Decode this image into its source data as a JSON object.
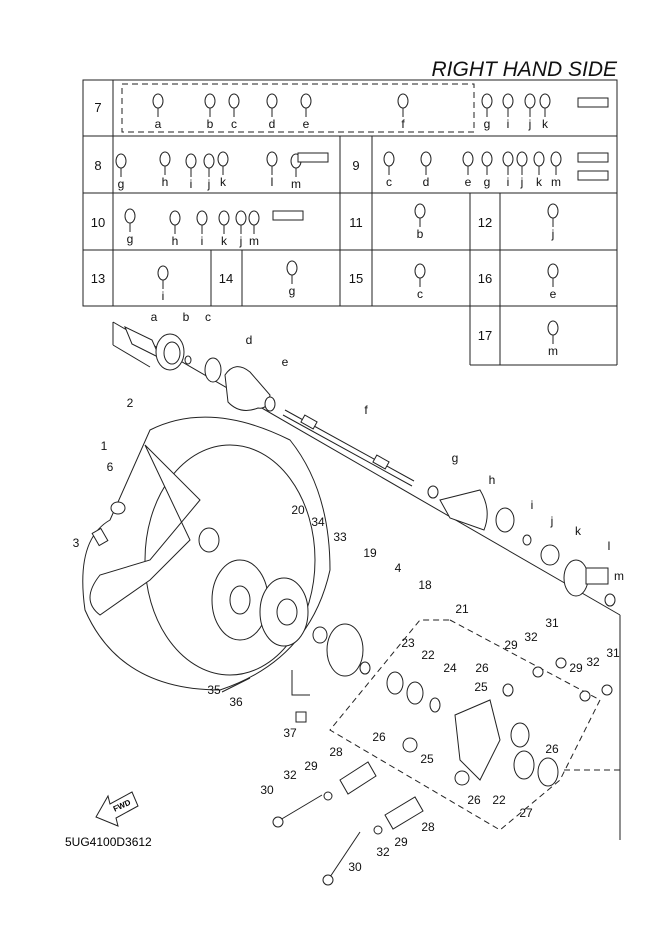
{
  "title": "RIGHT HAND SIDE",
  "diagram_code": "5UG4100D3612",
  "fwd_label": "FWD",
  "table": {
    "row7": {
      "num": "7",
      "letters": [
        "a",
        "b",
        "c",
        "d",
        "e",
        "f",
        "g",
        "i",
        "j",
        "k"
      ]
    },
    "row8": {
      "num": "8",
      "letters": [
        "g",
        "h",
        "i",
        "j",
        "k",
        "l",
        "m"
      ]
    },
    "row9": {
      "num": "9",
      "letters": [
        "c",
        "d",
        "e",
        "g",
        "i",
        "j",
        "k",
        "m"
      ]
    },
    "row10": {
      "num": "10",
      "letters": [
        "g",
        "h",
        "i",
        "k",
        "j",
        "m"
      ]
    },
    "row11": {
      "num": "11",
      "letters": [
        "b"
      ]
    },
    "row12": {
      "num": "12",
      "letters": [
        "j"
      ]
    },
    "row13": {
      "num": "13",
      "letters": [
        "i"
      ]
    },
    "row14": {
      "num": "14",
      "letters": [
        "g"
      ]
    },
    "row15": {
      "num": "15",
      "letters": [
        "c"
      ]
    },
    "row16": {
      "num": "16",
      "letters": [
        "e"
      ]
    },
    "row17": {
      "num": "17",
      "letters": [
        "m"
      ]
    }
  },
  "callouts": [
    "a",
    "b",
    "c",
    "d",
    "e",
    "f",
    "g",
    "h",
    "i",
    "j",
    "k",
    "l",
    "m",
    "2",
    "1",
    "6",
    "3",
    "20",
    "34",
    "33",
    "19",
    "4",
    "18",
    "21",
    "23",
    "22",
    "24",
    "26",
    "25",
    "29",
    "32",
    "31",
    "32",
    "31",
    "29",
    "35",
    "36",
    "37",
    "26",
    "28",
    "29",
    "32",
    "30",
    "25",
    "26",
    "26",
    "22",
    "27",
    "28",
    "29",
    "32",
    "30"
  ]
}
